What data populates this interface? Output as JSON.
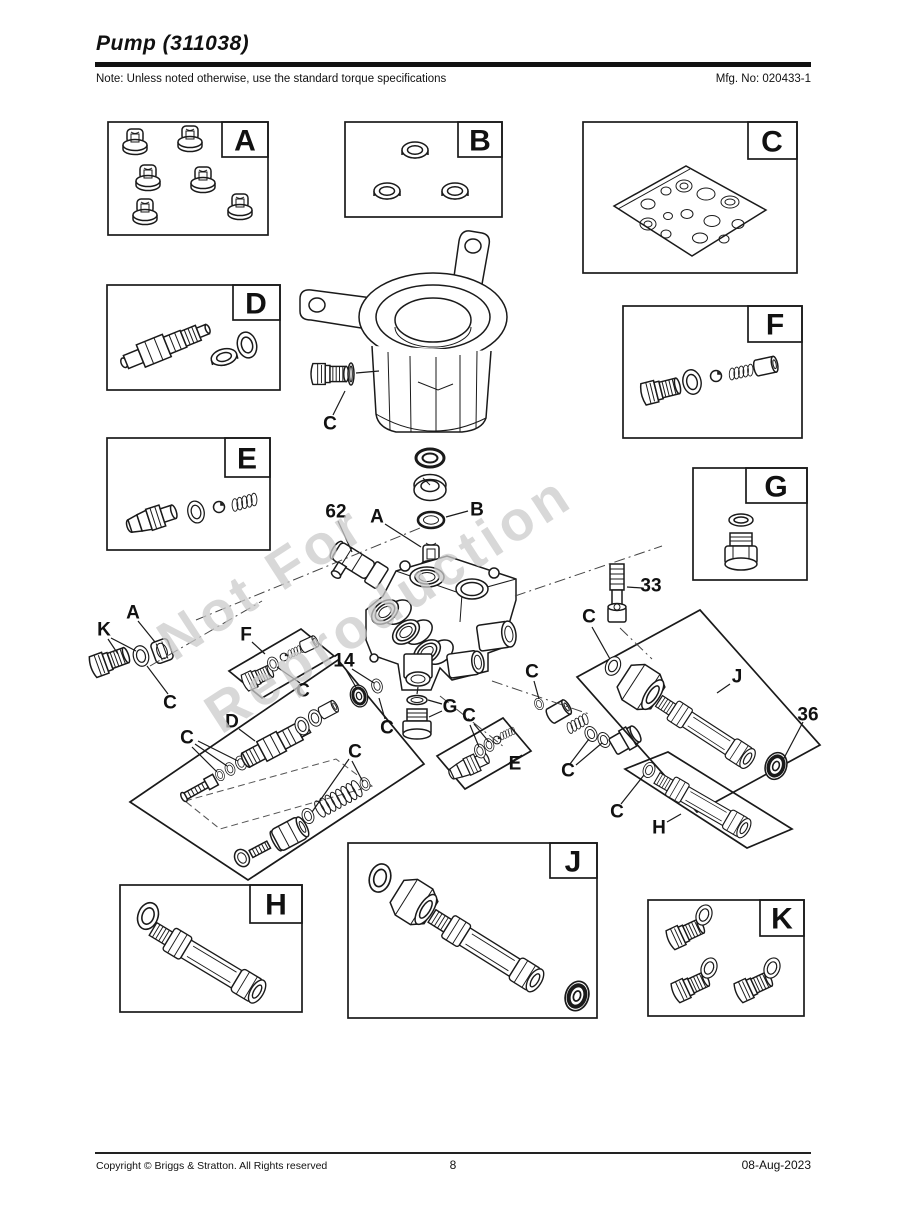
{
  "header": {
    "title": "Pump (311038)",
    "note": "Note: Unless noted otherwise, use the standard torque specifications",
    "mfg_no": "Mfg. No: 020433-1"
  },
  "watermark": {
    "line1": "Not For",
    "line2": "Reproduction"
  },
  "callout_letters": {
    "a": "A",
    "b": "B",
    "c": "C",
    "d": "D",
    "e": "E",
    "f": "F",
    "g": "G",
    "h": "H",
    "j": "J",
    "k": "K"
  },
  "diagram_labels": {
    "housing_plug": "C",
    "elbow": "62",
    "check_valve": "A",
    "oring_b": "B",
    "bolt": "33",
    "k_plugs": "K",
    "nut_a": "A",
    "k_ring": "C",
    "f_kit": "F",
    "f_ring": "C",
    "grommet14": "14",
    "ring14": "C",
    "d_valve": "D",
    "d_rings": "C",
    "spring_rings": "C",
    "g_plug": "G",
    "e_rings": "C",
    "e_kit": "E",
    "mid_ring": "C",
    "j_ring": "C",
    "outlet_rings": "C",
    "h_ring": "C",
    "j_kit": "J",
    "grommet36": "36",
    "h_tube": "H"
  },
  "footer": {
    "copyright": "Copyright ©  Briggs & Stratton. All Rights reserved",
    "page": "8",
    "date": "08-Aug-2023"
  }
}
